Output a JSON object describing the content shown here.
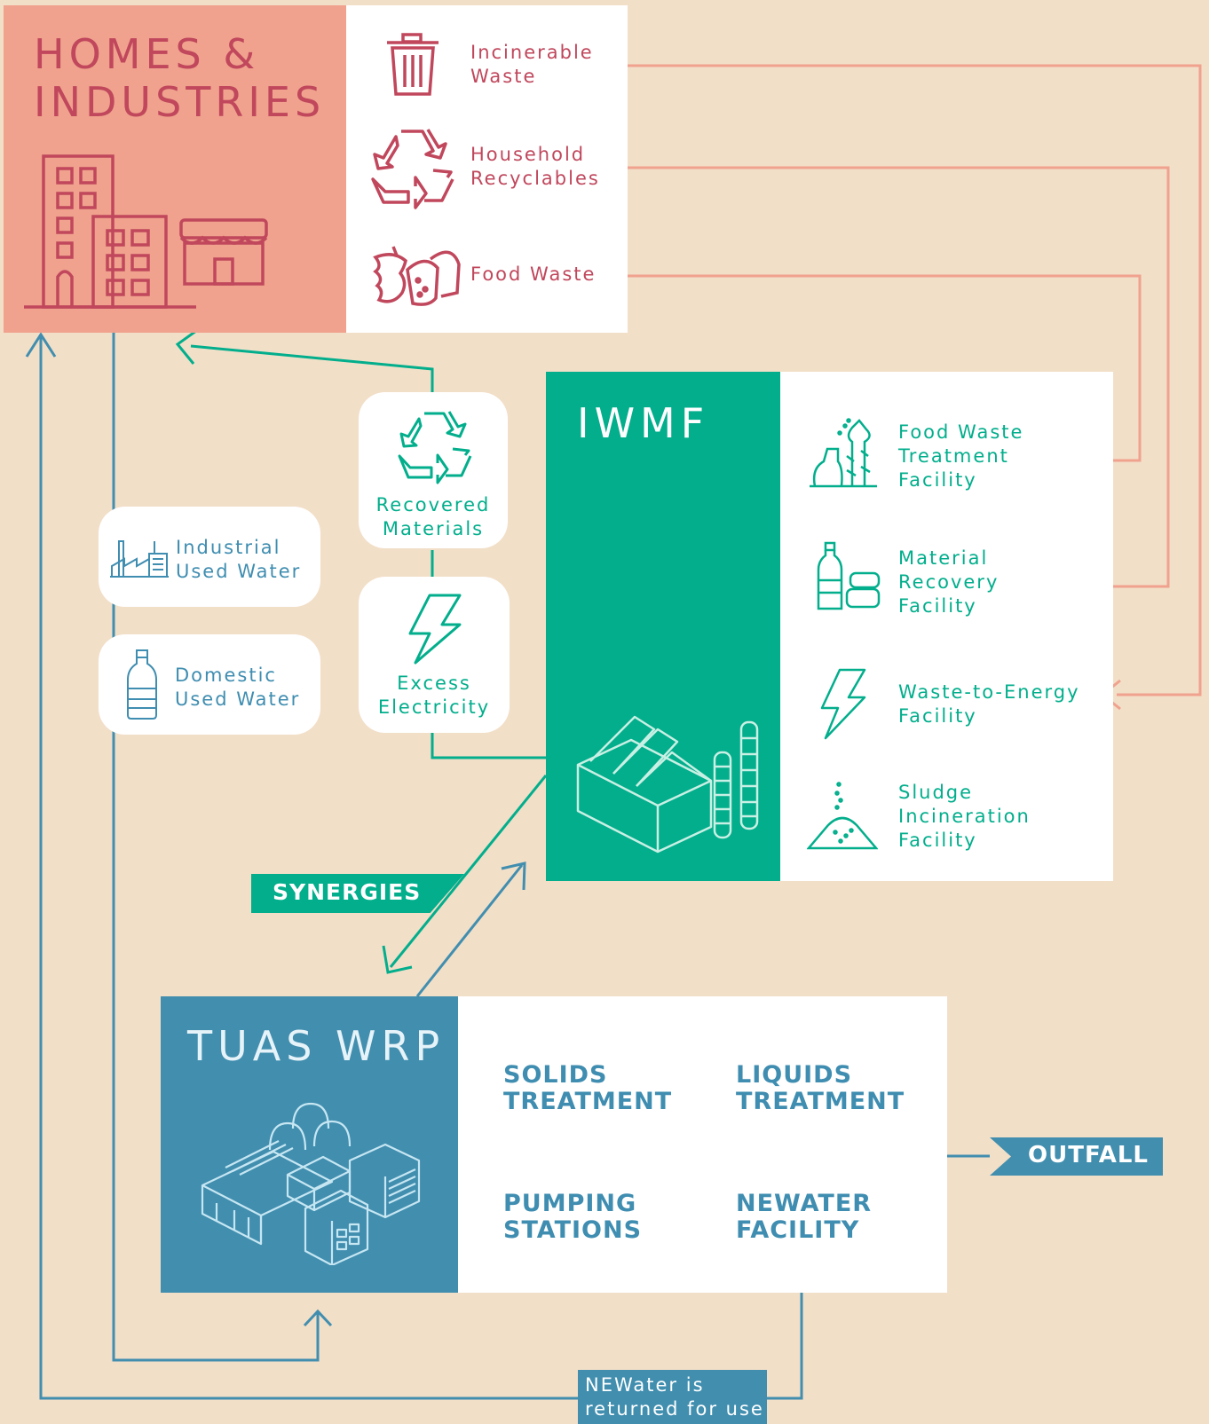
{
  "homes": {
    "title_line1": "HOMES &",
    "title_line2": "INDUSTRIES",
    "waste_streams": [
      {
        "line1": "Incinerable",
        "line2": "Waste",
        "icon": "trash-bin-icon"
      },
      {
        "line1": "Household",
        "line2": "Recyclables",
        "icon": "recycle-icon"
      },
      {
        "line1": "Food Waste",
        "line2": "",
        "icon": "food-waste-icon"
      }
    ]
  },
  "iwmf": {
    "title": "IWMF",
    "facilities": [
      {
        "line1": "Food Waste",
        "line2": "Treatment",
        "line3": "Facility",
        "icon": "food-waste-treatment-icon"
      },
      {
        "line1": "Material",
        "line2": "Recovery",
        "line3": "Facility",
        "icon": "bottle-cans-icon"
      },
      {
        "line1": "Waste-to-Energy",
        "line2": "Facility",
        "line3": "",
        "icon": "lightning-icon"
      },
      {
        "line1": "Sludge",
        "line2": "Incineration",
        "line3": "Facility",
        "icon": "sludge-pile-icon"
      }
    ]
  },
  "outputs": {
    "recovered_line1": "Recovered",
    "recovered_line2": "Materials",
    "electricity_line1": "Excess",
    "electricity_line2": "Electricity"
  },
  "used_water": {
    "industrial_line1": "Industrial",
    "industrial_line2": "Used Water",
    "domestic_line1": "Domestic",
    "domestic_line2": "Used Water"
  },
  "synergies": "SYNERGIES",
  "tuas": {
    "title": "TUAS WRP",
    "solids_line1": "SOLIDS",
    "solids_line2": "TREATMENT",
    "liquids_line1": "LIQUIDS",
    "liquids_line2": "TREATMENT",
    "pumping_line1": "PUMPING",
    "pumping_line2": "STATIONS",
    "newater_line1": "NEWATER",
    "newater_line2": "FACILITY"
  },
  "outfall": "OUTFALL",
  "newater_return": {
    "line1": "NEWater is",
    "line2": "returned for use"
  },
  "colors": {
    "background": "#f2dfc8",
    "homes_salmon": "#f0a28e",
    "homes_text": "#c0475c",
    "iwmf_green": "#02ae8c",
    "tuas_blue": "#418eaf",
    "flow_salmon": "#f0a28e"
  }
}
